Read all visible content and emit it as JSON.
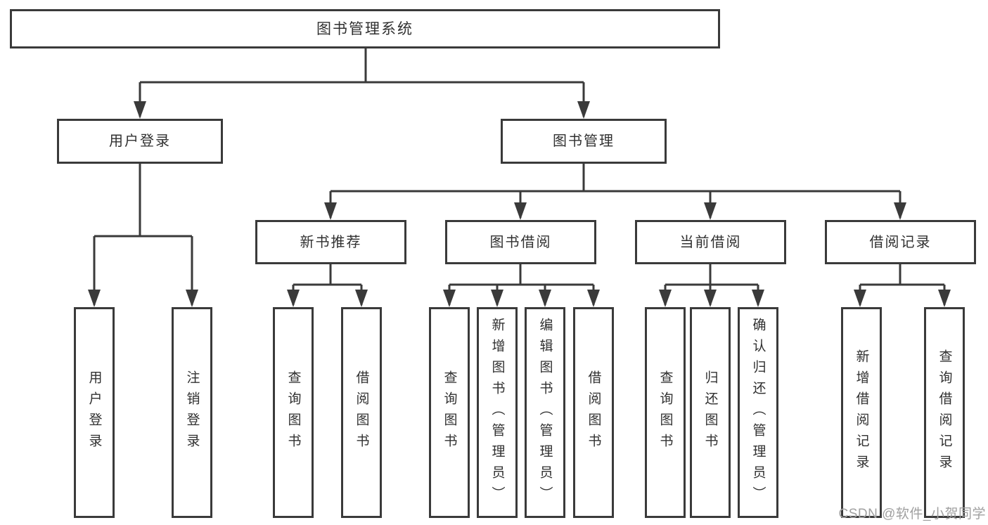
{
  "tree": {
    "label": "图书管理系统",
    "children": [
      {
        "label": "用户登录",
        "children": [
          {
            "label": "用户登录"
          },
          {
            "label": "注销登录"
          }
        ]
      },
      {
        "label": "图书管理",
        "children": [
          {
            "label": "新书推荐",
            "children": [
              {
                "label": "查询图书"
              },
              {
                "label": "借阅图书"
              }
            ]
          },
          {
            "label": "图书借阅",
            "children": [
              {
                "label": "查询图书"
              },
              {
                "label": "新增图书（管理员）"
              },
              {
                "label": "编辑图书（管理员）"
              },
              {
                "label": "借阅图书"
              }
            ]
          },
          {
            "label": "当前借阅",
            "children": [
              {
                "label": "查询图书"
              },
              {
                "label": "归还图书"
              },
              {
                "label": "确认归还（管理员）"
              }
            ]
          },
          {
            "label": "借阅记录",
            "children": [
              {
                "label": "新增借阅记录"
              },
              {
                "label": "查询借阅记录"
              }
            ]
          }
        ]
      }
    ]
  },
  "watermark": {
    "text": "CSDN @软件_小贺同学"
  },
  "colors": {
    "line": "#3a3a3a",
    "text": "#303030",
    "watermark": "#a0a0a0",
    "background": "#ffffff"
  }
}
